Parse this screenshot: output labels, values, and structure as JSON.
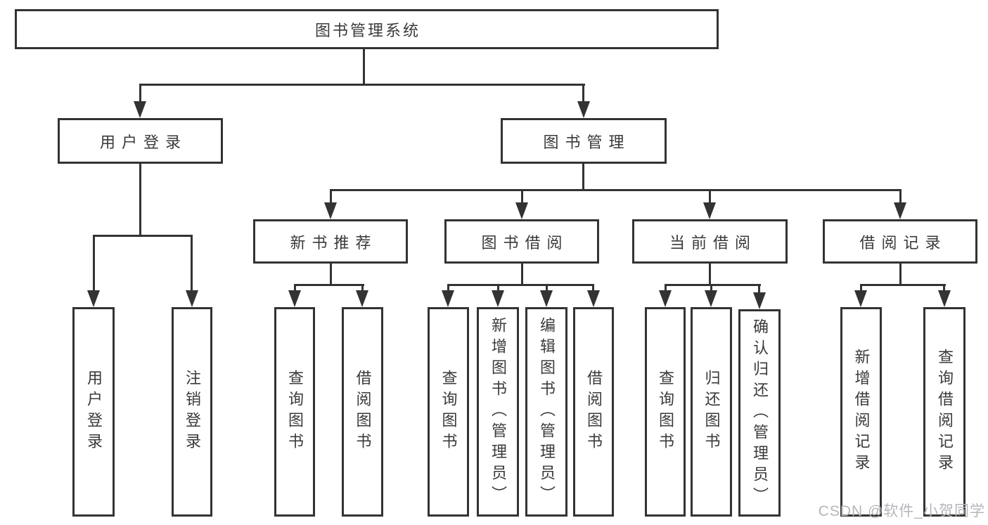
{
  "diagram": {
    "root": {
      "label": "图书管理系统"
    },
    "level2": [
      {
        "label": "用户登录"
      },
      {
        "label": "图书管理"
      }
    ],
    "level3": [
      {
        "label": "新书推荐"
      },
      {
        "label": "图书借阅"
      },
      {
        "label": "当前借阅"
      },
      {
        "label": "借阅记录"
      }
    ],
    "leaves": [
      {
        "label": "用户登录"
      },
      {
        "label": "注销登录"
      },
      {
        "label": "查询图书"
      },
      {
        "label": "借阅图书"
      },
      {
        "label": "查询图书"
      },
      {
        "label": "新增图书（管理员）"
      },
      {
        "label": "编辑图书（管理员）"
      },
      {
        "label": "借阅图书"
      },
      {
        "label": "查询图书"
      },
      {
        "label": "归还图书"
      },
      {
        "label": "确认归还（管理员）"
      },
      {
        "label": "新增借阅记录"
      },
      {
        "label": "查询借阅记录"
      }
    ]
  },
  "watermark": {
    "text": "CSDN @软件_小贺同学"
  },
  "colors": {
    "line": "#333333",
    "text": "#3a3a3a",
    "watermark": "#b4b6ba",
    "background": "#ffffff"
  }
}
